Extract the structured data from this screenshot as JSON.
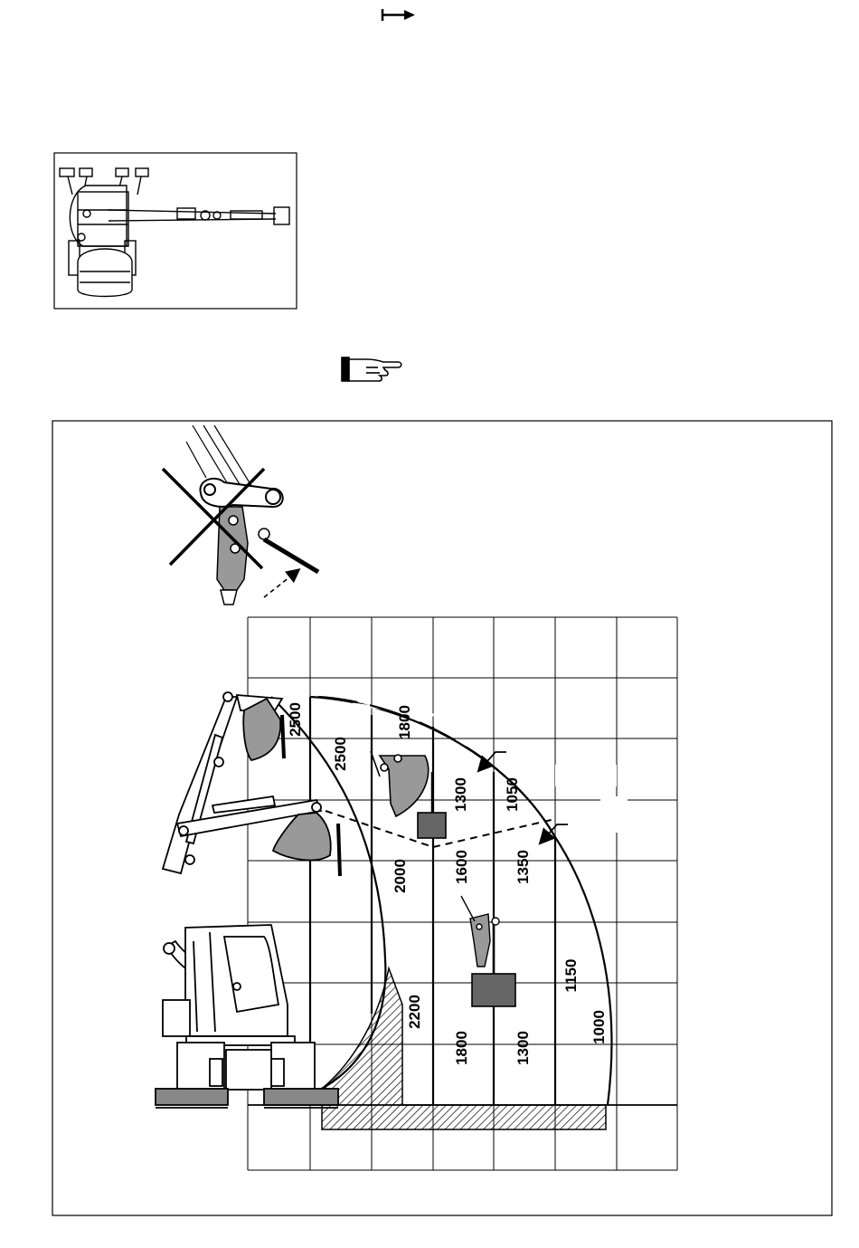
{
  "header": {
    "arrow_icon": "right-arrow-to-bar-icon"
  },
  "pointer_icon": "pointing-hand-icon",
  "inset": {
    "icon": "excavator-top-view-icon"
  },
  "warning": {
    "icon": "forbidden-attachment-icon"
  },
  "diagram": {
    "colors": {
      "line": "#000000",
      "load": "#666666",
      "attachment": "#999999",
      "hatch": "#000000"
    },
    "zone_labels": {
      "top_2500_h": "2500",
      "top_2500_v": "2500",
      "top_1800": "1800",
      "top_1300": "1300",
      "top_1050": "1050",
      "mid_2000": "2000",
      "mid_1600": "1600",
      "mid_1350": "1350",
      "low_1150": "1150",
      "low_2200": "2200",
      "low_1800": "1800",
      "low_1300": "1300",
      "low_1000": "1000"
    }
  }
}
